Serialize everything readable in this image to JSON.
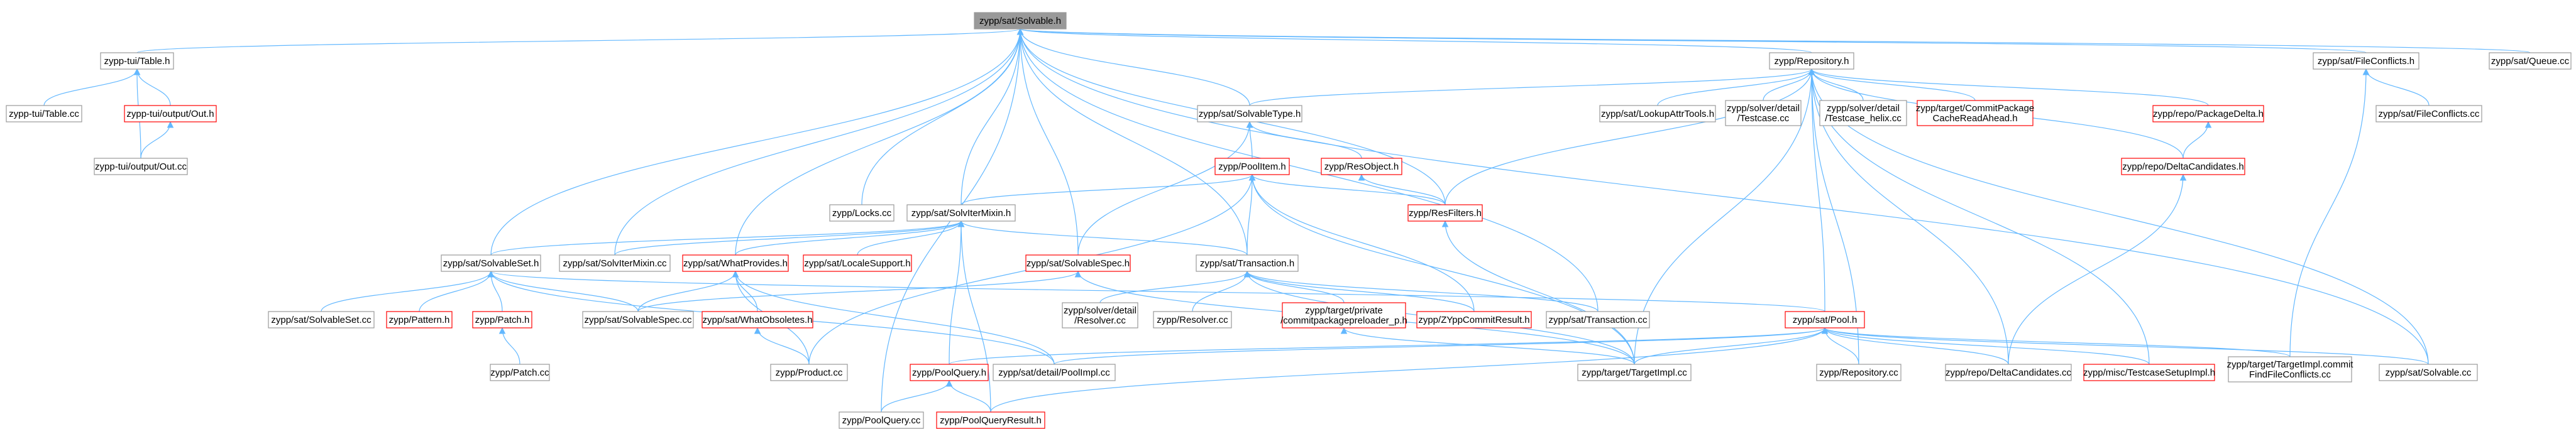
{
  "colors": {
    "edge": "#63b8ff",
    "box_border_normal": "#999999",
    "box_border_red": "#ff0000",
    "box_fill": "#ffffff",
    "root_fill": "#999999",
    "text": "#000000"
  },
  "nodes": [
    {
      "id": "root",
      "lines": [
        "zypp/sat/Solvable.h"
      ],
      "style": "root"
    },
    {
      "id": "tui_table_h",
      "lines": [
        "zypp-tui/Table.h"
      ],
      "style": "normal"
    },
    {
      "id": "repository_h",
      "lines": [
        "zypp/Repository.h"
      ],
      "style": "normal"
    },
    {
      "id": "fileconflicts_h",
      "lines": [
        "zypp/sat/FileConflicts.h"
      ],
      "style": "normal"
    },
    {
      "id": "queue_cc",
      "lines": [
        "zypp/sat/Queue.cc"
      ],
      "style": "normal"
    },
    {
      "id": "tui_table_cc",
      "lines": [
        "zypp-tui/Table.cc"
      ],
      "style": "normal"
    },
    {
      "id": "tui_out_h",
      "lines": [
        "zypp-tui/output/Out.h"
      ],
      "style": "red"
    },
    {
      "id": "tui_out_cc",
      "lines": [
        "zypp-tui/output/Out.cc"
      ],
      "style": "normal"
    },
    {
      "id": "solvabletype_h",
      "lines": [
        "zypp/sat/SolvableType.h"
      ],
      "style": "normal"
    },
    {
      "id": "lookupattrtools_h",
      "lines": [
        "zypp/sat/LookupAttrTools.h"
      ],
      "style": "normal"
    },
    {
      "id": "testcase_cc",
      "lines": [
        "zypp/solver/detail",
        "/Testcase.cc"
      ],
      "style": "normal"
    },
    {
      "id": "testcase_helix_cc",
      "lines": [
        "zypp/solver/detail",
        "/Testcase_helix.cc"
      ],
      "style": "normal"
    },
    {
      "id": "commitpackage_h",
      "lines": [
        "zypp/target/CommitPackage",
        "CacheReadAhead.h"
      ],
      "style": "red"
    },
    {
      "id": "packagedelta_h",
      "lines": [
        "zypp/repo/PackageDelta.h"
      ],
      "style": "red"
    },
    {
      "id": "fileconflicts_cc",
      "lines": [
        "zypp/sat/FileConflicts.cc"
      ],
      "style": "normal"
    },
    {
      "id": "poolitem_h",
      "lines": [
        "zypp/PoolItem.h"
      ],
      "style": "red"
    },
    {
      "id": "resobject_h",
      "lines": [
        "zypp/ResObject.h"
      ],
      "style": "red"
    },
    {
      "id": "deltacandidates_h",
      "lines": [
        "zypp/repo/DeltaCandidates.h"
      ],
      "style": "red"
    },
    {
      "id": "locks_cc",
      "lines": [
        "zypp/Locks.cc"
      ],
      "style": "normal"
    },
    {
      "id": "solvitermixin_h",
      "lines": [
        "zypp/sat/SolvIterMixin.h"
      ],
      "style": "normal"
    },
    {
      "id": "resfilters_h",
      "lines": [
        "zypp/ResFilters.h"
      ],
      "style": "red"
    },
    {
      "id": "solvableset_h",
      "lines": [
        "zypp/sat/SolvableSet.h"
      ],
      "style": "normal"
    },
    {
      "id": "solvitermixin_cc",
      "lines": [
        "zypp/sat/SolvIterMixin.cc"
      ],
      "style": "normal"
    },
    {
      "id": "whatprovides_h",
      "lines": [
        "zypp/sat/WhatProvides.h"
      ],
      "style": "red"
    },
    {
      "id": "localesupport_h",
      "lines": [
        "zypp/sat/LocaleSupport.h"
      ],
      "style": "red"
    },
    {
      "id": "solvablespec_h",
      "lines": [
        "zypp/sat/SolvableSpec.h"
      ],
      "style": "red"
    },
    {
      "id": "transaction_h",
      "lines": [
        "zypp/sat/Transaction.h"
      ],
      "style": "normal"
    },
    {
      "id": "solvableset_cc",
      "lines": [
        "zypp/sat/SolvableSet.cc"
      ],
      "style": "normal"
    },
    {
      "id": "pattern_h",
      "lines": [
        "zypp/Pattern.h"
      ],
      "style": "red"
    },
    {
      "id": "patch_h",
      "lines": [
        "zypp/Patch.h"
      ],
      "style": "red"
    },
    {
      "id": "solvablespec_cc",
      "lines": [
        "zypp/sat/SolvableSpec.cc"
      ],
      "style": "normal"
    },
    {
      "id": "whatobsoletes_h",
      "lines": [
        "zypp/sat/WhatObsoletes.h"
      ],
      "style": "red"
    },
    {
      "id": "resolver_detail_cc",
      "lines": [
        "zypp/solver/detail",
        "/Resolver.cc"
      ],
      "style": "normal"
    },
    {
      "id": "resolver_cc",
      "lines": [
        "zypp/Resolver.cc"
      ],
      "style": "normal"
    },
    {
      "id": "commitpackagepreloader_h",
      "lines": [
        "zypp/target/private",
        "/commitpackagepreloader_p.h"
      ],
      "style": "red"
    },
    {
      "id": "zyppcommitresult_h",
      "lines": [
        "zypp/ZYppCommitResult.h"
      ],
      "style": "red"
    },
    {
      "id": "transaction_cc",
      "lines": [
        "zypp/sat/Transaction.cc"
      ],
      "style": "normal"
    },
    {
      "id": "pool_h",
      "lines": [
        "zypp/sat/Pool.h"
      ],
      "style": "red"
    },
    {
      "id": "patch_cc",
      "lines": [
        "zypp/Patch.cc"
      ],
      "style": "normal"
    },
    {
      "id": "product_cc",
      "lines": [
        "zypp/Product.cc"
      ],
      "style": "normal"
    },
    {
      "id": "poolquery_h",
      "lines": [
        "zypp/PoolQuery.h"
      ],
      "style": "red"
    },
    {
      "id": "poolimpl_cc",
      "lines": [
        "zypp/sat/detail/PoolImpl.cc"
      ],
      "style": "normal"
    },
    {
      "id": "targetimpl_cc",
      "lines": [
        "zypp/target/TargetImpl.cc"
      ],
      "style": "normal"
    },
    {
      "id": "repository_cc",
      "lines": [
        "zypp/Repository.cc"
      ],
      "style": "normal"
    },
    {
      "id": "deltacandidates_cc",
      "lines": [
        "zypp/repo/DeltaCandidates.cc"
      ],
      "style": "normal"
    },
    {
      "id": "testcasesetupimpl_h",
      "lines": [
        "zypp/misc/TestcaseSetupImpl.h"
      ],
      "style": "red"
    },
    {
      "id": "targetimpl_commit_cc",
      "lines": [
        "zypp/target/TargetImpl.commit",
        "FindFileConflicts.cc"
      ],
      "style": "normal"
    },
    {
      "id": "solvable_cc",
      "lines": [
        "zypp/sat/Solvable.cc"
      ],
      "style": "normal"
    },
    {
      "id": "poolquery_cc",
      "lines": [
        "zypp/PoolQuery.cc"
      ],
      "style": "normal"
    },
    {
      "id": "poolqueryresult_h",
      "lines": [
        "zypp/PoolQueryResult.h"
      ],
      "style": "red"
    }
  ],
  "edges": [
    [
      "tui_table_h",
      "root"
    ],
    [
      "repository_h",
      "root"
    ],
    [
      "fileconflicts_h",
      "root"
    ],
    [
      "queue_cc",
      "root"
    ],
    [
      "solvabletype_h",
      "root"
    ],
    [
      "locks_cc",
      "root"
    ],
    [
      "solvitermixin_h",
      "root"
    ],
    [
      "solvableset_h",
      "root"
    ],
    [
      "solvitermixin_cc",
      "root"
    ],
    [
      "whatprovides_h",
      "root"
    ],
    [
      "solvablespec_h",
      "root"
    ],
    [
      "transaction_h",
      "root"
    ],
    [
      "transaction_cc",
      "root"
    ],
    [
      "poolquery_cc",
      "root"
    ],
    [
      "solvable_cc",
      "root"
    ],
    [
      "resfilters_h",
      "root"
    ],
    [
      "tui_table_cc",
      "tui_table_h"
    ],
    [
      "tui_out_h",
      "tui_table_h"
    ],
    [
      "tui_out_cc",
      "tui_table_h"
    ],
    [
      "tui_out_cc",
      "tui_out_h"
    ],
    [
      "solvabletype_h",
      "repository_h"
    ],
    [
      "lookupattrtools_h",
      "repository_h"
    ],
    [
      "testcase_cc",
      "repository_h"
    ],
    [
      "testcase_helix_cc",
      "repository_h"
    ],
    [
      "commitpackage_h",
      "repository_h"
    ],
    [
      "packagedelta_h",
      "repository_h"
    ],
    [
      "deltacandidates_h",
      "repository_h"
    ],
    [
      "resfilters_h",
      "repository_h"
    ],
    [
      "pool_h",
      "repository_h"
    ],
    [
      "repository_cc",
      "repository_h"
    ],
    [
      "deltacandidates_cc",
      "repository_h"
    ],
    [
      "testcasesetupimpl_h",
      "repository_h"
    ],
    [
      "solvable_cc",
      "repository_h"
    ],
    [
      "targetimpl_cc",
      "repository_h"
    ],
    [
      "fileconflicts_cc",
      "fileconflicts_h"
    ],
    [
      "targetimpl_commit_cc",
      "fileconflicts_h"
    ],
    [
      "poolitem_h",
      "solvabletype_h"
    ],
    [
      "resobject_h",
      "solvabletype_h"
    ],
    [
      "solvablespec_h",
      "solvabletype_h"
    ],
    [
      "deltacandidates_h",
      "packagedelta_h"
    ],
    [
      "deltacandidates_cc",
      "deltacandidates_h"
    ],
    [
      "resfilters_h",
      "resobject_h"
    ],
    [
      "solvitermixin_h",
      "poolitem_h"
    ],
    [
      "resfilters_h",
      "poolitem_h"
    ],
    [
      "transaction_h",
      "poolitem_h"
    ],
    [
      "zyppcommitresult_h",
      "poolitem_h"
    ],
    [
      "targetimpl_cc",
      "poolitem_h"
    ],
    [
      "product_cc",
      "poolitem_h"
    ],
    [
      "solvableset_h",
      "solvitermixin_h"
    ],
    [
      "solvitermixin_cc",
      "solvitermixin_h"
    ],
    [
      "whatprovides_h",
      "solvitermixin_h"
    ],
    [
      "localesupport_h",
      "solvitermixin_h"
    ],
    [
      "poolquery_h",
      "solvitermixin_h"
    ],
    [
      "poolqueryresult_h",
      "solvitermixin_h"
    ],
    [
      "transaction_h",
      "solvitermixin_h"
    ],
    [
      "targetimpl_cc",
      "resfilters_h"
    ],
    [
      "solvableset_cc",
      "solvableset_h"
    ],
    [
      "pattern_h",
      "solvableset_h"
    ],
    [
      "patch_h",
      "solvableset_h"
    ],
    [
      "solvablespec_cc",
      "solvableset_h"
    ],
    [
      "poolimpl_cc",
      "solvableset_h"
    ],
    [
      "pool_h",
      "solvableset_h"
    ],
    [
      "patch_cc",
      "patch_h"
    ],
    [
      "whatobsoletes_h",
      "whatprovides_h"
    ],
    [
      "solvablespec_cc",
      "whatprovides_h"
    ],
    [
      "product_cc",
      "whatprovides_h"
    ],
    [
      "poolimpl_cc",
      "whatprovides_h"
    ],
    [
      "product_cc",
      "whatobsoletes_h"
    ],
    [
      "solvablespec_cc",
      "solvablespec_h"
    ],
    [
      "targetimpl_cc",
      "solvablespec_h"
    ],
    [
      "resolver_detail_cc",
      "transaction_h"
    ],
    [
      "resolver_cc",
      "transaction_h"
    ],
    [
      "commitpackagepreloader_h",
      "transaction_h"
    ],
    [
      "zyppcommitresult_h",
      "transaction_h"
    ],
    [
      "transaction_cc",
      "transaction_h"
    ],
    [
      "targetimpl_cc",
      "transaction_h"
    ],
    [
      "targetimpl_cc",
      "commitpackagepreloader_h"
    ],
    [
      "poolquery_h",
      "pool_h"
    ],
    [
      "poolimpl_cc",
      "pool_h"
    ],
    [
      "targetimpl_cc",
      "pool_h"
    ],
    [
      "repository_cc",
      "pool_h"
    ],
    [
      "deltacandidates_cc",
      "pool_h"
    ],
    [
      "testcasesetupimpl_h",
      "pool_h"
    ],
    [
      "targetimpl_commit_cc",
      "pool_h"
    ],
    [
      "solvable_cc",
      "pool_h"
    ],
    [
      "poolqueryresult_h",
      "pool_h"
    ],
    [
      "poolquery_cc",
      "poolquery_h"
    ],
    [
      "poolqueryresult_h",
      "poolquery_h"
    ]
  ]
}
